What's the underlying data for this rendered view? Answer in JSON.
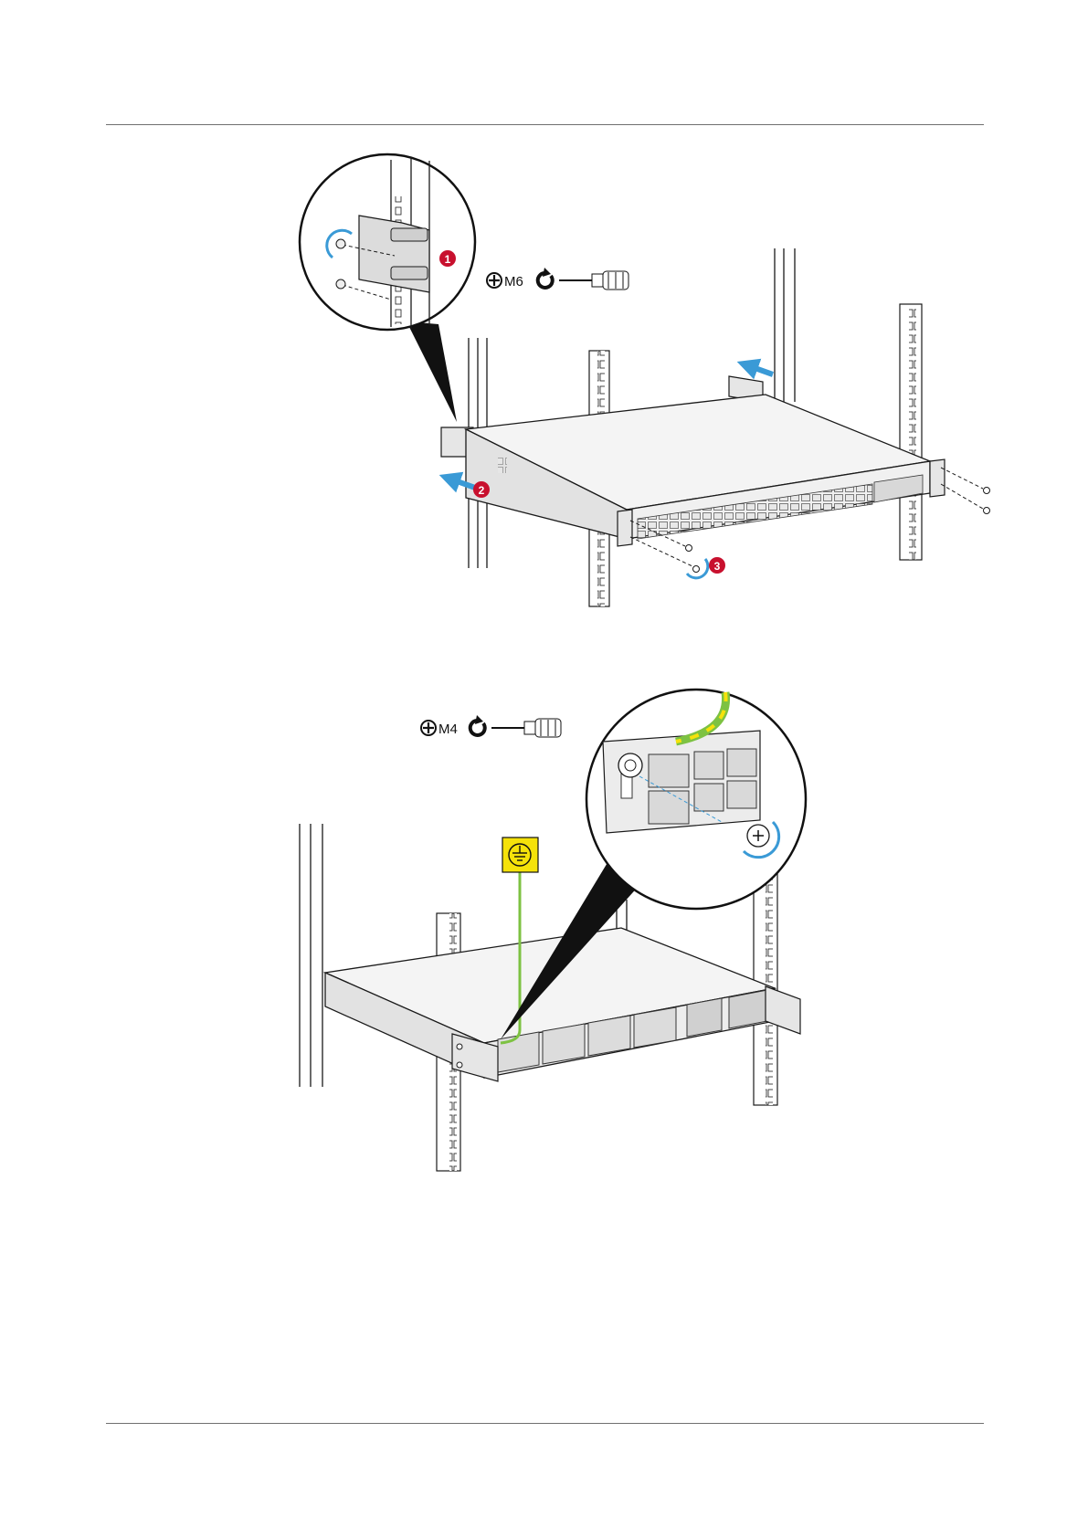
{
  "colors": {
    "rule": "#6f6f6f",
    "line": "#1a1a1a",
    "accent_blue": "#3a9ad6",
    "badge_red": "#c8102e",
    "ground_yellow": "#f5e20a",
    "ground_green": "#7dc242",
    "panel_gray": "#ececec"
  },
  "figure_top": {
    "tool": {
      "screw_size": "M6",
      "icons": [
        "phillips-icon",
        "clockwise-arrow-icon",
        "screwdriver-icon"
      ]
    },
    "steps": [
      "1",
      "2",
      "3"
    ]
  },
  "figure_bottom": {
    "tool": {
      "screw_size": "M4",
      "icons": [
        "phillips-icon",
        "clockwise-arrow-icon",
        "screwdriver-icon"
      ]
    },
    "ground_label": {
      "icon": "ground-symbol-icon"
    }
  }
}
